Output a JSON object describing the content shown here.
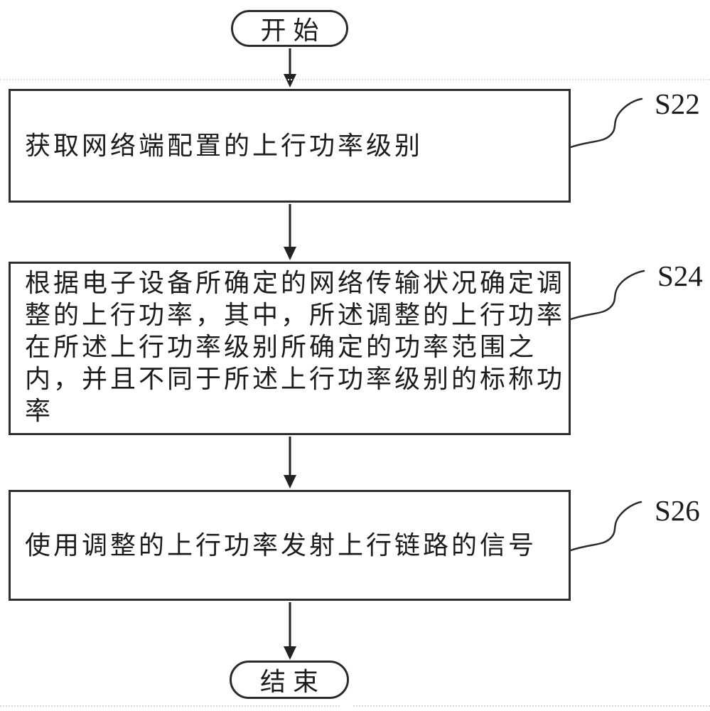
{
  "flowchart": {
    "start_label": "开始",
    "end_label": "结束",
    "steps": [
      {
        "id": "S22",
        "lines": [
          "获取网络端配置的上行功率级别"
        ]
      },
      {
        "id": "S24",
        "lines": [
          "根据电子设备所确定的网络传输状况确定调",
          "整的上行功率，其中，所述调整的上行功率",
          "在所述上行功率级别所确定的功率范围之",
          "内，并且不同于所述上行功率级别的标称功",
          "率"
        ]
      },
      {
        "id": "S26",
        "lines": [
          "使用调整的上行功率发射上行链路的信号"
        ]
      }
    ],
    "colors": {
      "ink": "#1f1f1f",
      "background": "#ffffff"
    }
  }
}
